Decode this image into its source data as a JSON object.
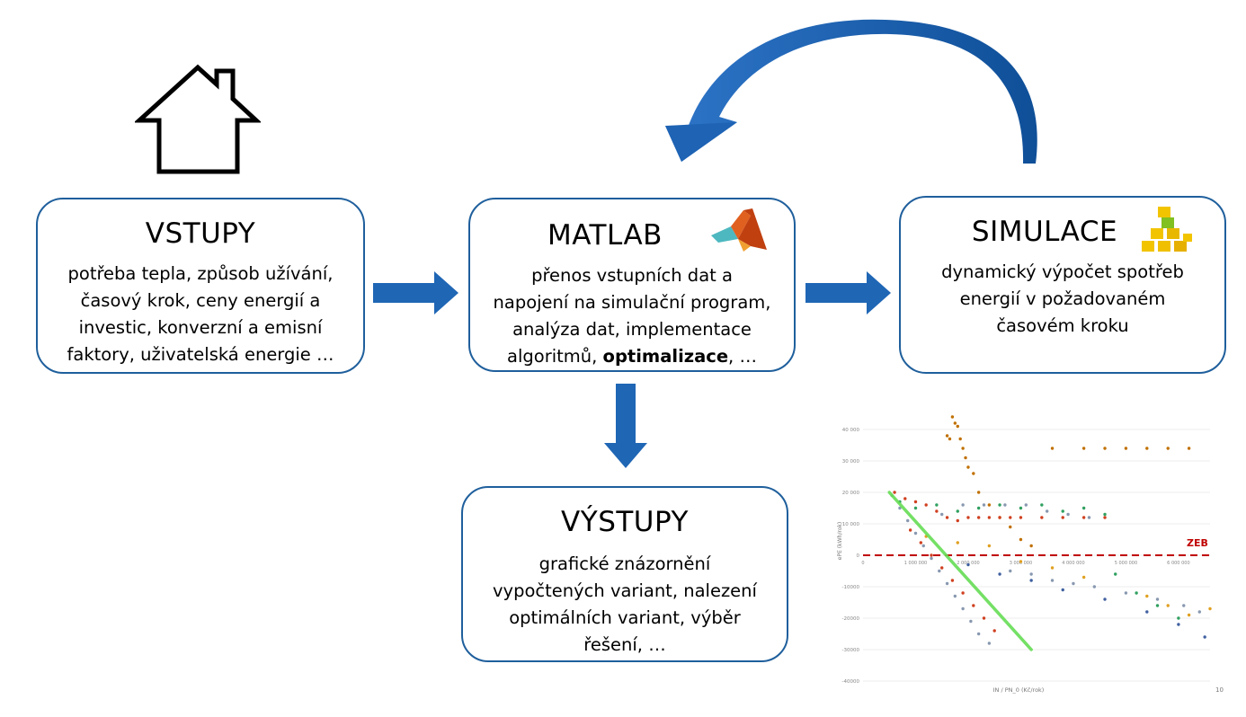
{
  "diagram": {
    "inputs": {
      "title": "VSTUPY",
      "lines": [
        "potřeba tepla, způsob užívání,",
        "časový krok, ceny energií a",
        "investic, konverzní a emisní",
        "faktory, uživatelská energie …"
      ]
    },
    "matlab": {
      "title": "MATLAB",
      "lines": [
        "přenos vstupních dat a",
        "napojení na simulační program,",
        "analýza dat, implementace"
      ],
      "last_pre": "algoritmů, ",
      "last_bold": "optimalizace",
      "last_post": ", …"
    },
    "simulation": {
      "title": "SIMULACE",
      "lines": [
        "dynamický výpočet spotřeb",
        "energií v požadovaném",
        "časovém kroku"
      ]
    },
    "outputs": {
      "title": "VÝSTUPY",
      "lines": [
        "grafické znázornění",
        "vypočtených variant, nalezení",
        "optimálních variant, výběr",
        "řešení, …"
      ]
    },
    "icons": {
      "house": "house-outline-icon",
      "matlab": "matlab-logo-icon",
      "simulation": "stacked-cubes-icon",
      "loop_arrow": "curved-return-arrow-icon"
    },
    "colors": {
      "box_border": "#1f5f9c",
      "arrow": "#1f66b5",
      "zeb_line": "#c00000",
      "trend": "#66dd55"
    }
  },
  "chart_data": {
    "type": "scatter",
    "ylim": [
      -40000,
      40000
    ],
    "y_ticks": [
      "40 000",
      "30 000",
      "20 000",
      "10 000",
      "0",
      "-10000",
      "-20000",
      "-30000",
      "-40000"
    ],
    "x_ticks": [
      "0",
      "1 000 000",
      "2 000 000",
      "3 000 000",
      "4 000 000",
      "5 000 000",
      "6 000 000"
    ],
    "xlabel": "IN / PN_0 (Kč/rok)",
    "ylabel": "ePE (kWh/rok)",
    "reference_line": {
      "label": "ZEB",
      "y": 0
    },
    "page_number": "10",
    "trend_line": [
      [
        500000,
        20000
      ],
      [
        3200000,
        -30000
      ]
    ],
    "series": [
      {
        "color": "#c07000",
        "points": [
          [
            1700000,
            44000
          ],
          [
            1750000,
            42000
          ],
          [
            1800000,
            41000
          ],
          [
            1600000,
            38000
          ],
          [
            1650000,
            37000
          ],
          [
            1850000,
            37000
          ],
          [
            1900000,
            34000
          ],
          [
            1950000,
            31000
          ],
          [
            2000000,
            28000
          ],
          [
            2100000,
            26000
          ],
          [
            2200000,
            20000
          ],
          [
            2400000,
            16000
          ],
          [
            2600000,
            12000
          ],
          [
            2800000,
            9000
          ],
          [
            3000000,
            5000
          ],
          [
            3200000,
            3000
          ],
          [
            3600000,
            34000
          ],
          [
            4200000,
            34000
          ],
          [
            4600000,
            34000
          ],
          [
            5000000,
            34000
          ],
          [
            5400000,
            34000
          ],
          [
            5800000,
            34000
          ],
          [
            6200000,
            34000
          ]
        ]
      },
      {
        "color": "#d04020",
        "points": [
          [
            600000,
            20000
          ],
          [
            800000,
            18000
          ],
          [
            1000000,
            17000
          ],
          [
            1200000,
            16000
          ],
          [
            1400000,
            14000
          ],
          [
            1600000,
            12000
          ],
          [
            1800000,
            11000
          ],
          [
            2000000,
            12000
          ],
          [
            2200000,
            12000
          ],
          [
            2400000,
            12000
          ],
          [
            2600000,
            12000
          ],
          [
            2800000,
            12000
          ],
          [
            3000000,
            12000
          ],
          [
            3400000,
            12000
          ],
          [
            3800000,
            12000
          ],
          [
            4200000,
            12000
          ],
          [
            4600000,
            12000
          ],
          [
            900000,
            8000
          ],
          [
            1100000,
            4000
          ],
          [
            1300000,
            0
          ],
          [
            1500000,
            -4000
          ],
          [
            1700000,
            -8000
          ],
          [
            1900000,
            -12000
          ],
          [
            2100000,
            -16000
          ],
          [
            2300000,
            -20000
          ],
          [
            2500000,
            -24000
          ]
        ]
      },
      {
        "color": "#8898b0",
        "points": [
          [
            550000,
            19000
          ],
          [
            700000,
            15000
          ],
          [
            850000,
            11000
          ],
          [
            1000000,
            7000
          ],
          [
            1150000,
            3000
          ],
          [
            1300000,
            -1000
          ],
          [
            1450000,
            -5000
          ],
          [
            1600000,
            -9000
          ],
          [
            1750000,
            -13000
          ],
          [
            1900000,
            -17000
          ],
          [
            2050000,
            -21000
          ],
          [
            2200000,
            -25000
          ],
          [
            2400000,
            -28000
          ],
          [
            1500000,
            13000
          ],
          [
            1900000,
            16000
          ],
          [
            2300000,
            16000
          ],
          [
            2700000,
            16000
          ],
          [
            3100000,
            16000
          ],
          [
            3500000,
            14000
          ],
          [
            3900000,
            13000
          ],
          [
            4300000,
            12000
          ],
          [
            2800000,
            -5000
          ],
          [
            3200000,
            -6000
          ],
          [
            3600000,
            -8000
          ],
          [
            4000000,
            -9000
          ],
          [
            4400000,
            -10000
          ],
          [
            5000000,
            -12000
          ],
          [
            5600000,
            -14000
          ],
          [
            6100000,
            -16000
          ],
          [
            6400000,
            -18000
          ]
        ]
      },
      {
        "color": "#30a060",
        "points": [
          [
            700000,
            17000
          ],
          [
            1000000,
            15000
          ],
          [
            1400000,
            16000
          ],
          [
            1800000,
            14000
          ],
          [
            2200000,
            15000
          ],
          [
            2600000,
            16000
          ],
          [
            3000000,
            15000
          ],
          [
            3400000,
            16000
          ],
          [
            3800000,
            14000
          ],
          [
            4200000,
            15000
          ],
          [
            4600000,
            13000
          ],
          [
            4800000,
            -6000
          ],
          [
            5200000,
            -12000
          ],
          [
            5600000,
            -16000
          ],
          [
            6000000,
            -20000
          ]
        ]
      },
      {
        "color": "#e0a020",
        "points": [
          [
            1200000,
            6000
          ],
          [
            1800000,
            4000
          ],
          [
            2400000,
            3000
          ],
          [
            3000000,
            -2000
          ],
          [
            3600000,
            -4000
          ],
          [
            4200000,
            -7000
          ],
          [
            5400000,
            -13000
          ],
          [
            5800000,
            -16000
          ],
          [
            6200000,
            -19000
          ],
          [
            6600000,
            -17000
          ]
        ]
      },
      {
        "color": "#4060a0",
        "points": [
          [
            2000000,
            -3000
          ],
          [
            2600000,
            -6000
          ],
          [
            3200000,
            -8000
          ],
          [
            3800000,
            -11000
          ],
          [
            4600000,
            -14000
          ],
          [
            5400000,
            -18000
          ],
          [
            6000000,
            -22000
          ],
          [
            6500000,
            -26000
          ]
        ]
      }
    ]
  }
}
